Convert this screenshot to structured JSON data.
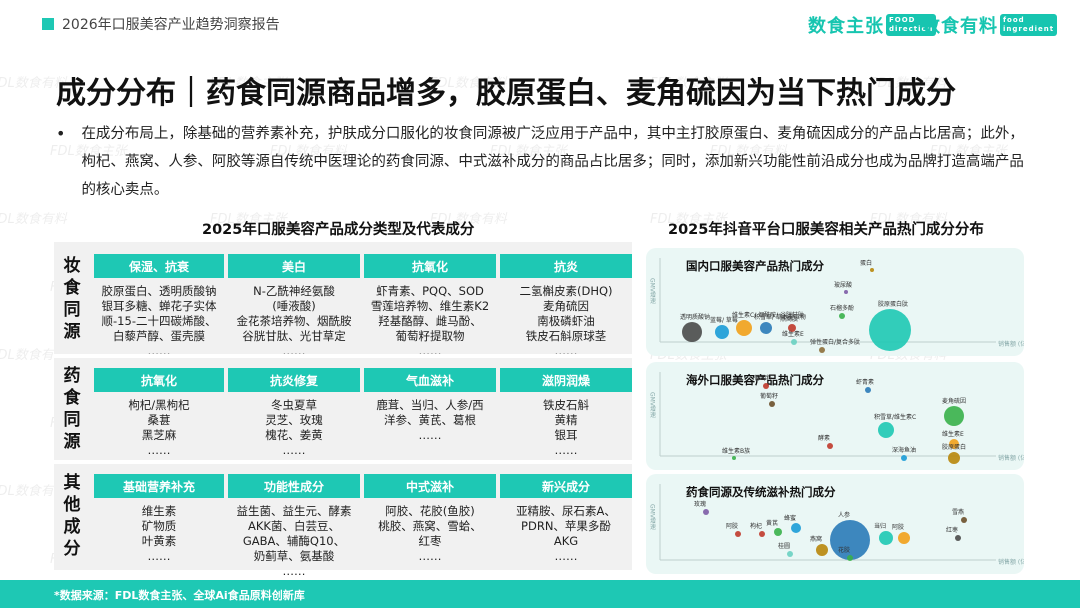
{
  "header": {
    "report_title": "2026年口服美容产业趋势洞察报告",
    "logo1": {
      "text": "数食主张",
      "tag_top": "FOOD",
      "tag_bottom": "direction"
    },
    "logo2": {
      "text": "数食有料",
      "tag_top": "food",
      "tag_bottom": "ingredient"
    }
  },
  "watermark": "FDL数食主张",
  "watermark2": "FDL数食有料",
  "title": "成分分布｜药食同源商品增多，胶原蛋白、麦角硫因为当下热门成分",
  "bullet": "在成分布局上，除基础的营养素补充，护肤成分口服化的妆食同源被广泛应用于产品中，其中主打胶原蛋白、麦角硫因成分的产品占比居高；此外，枸杞、燕窝、人参、阿胶等源自传统中医理论的药食同源、中式滋补成分的商品占比居多；同时，添加新兴功能性前沿成分也成为品牌打造高端产品的核心卖点。",
  "left_section_title": "2025年口服美容产品成分类型及代表成分",
  "right_section_title": "2025年抖音平台口服美容相关产品热门成分分布",
  "table": {
    "groups": [
      {
        "label": "妆食同源",
        "headers": [
          "保湿、抗衰",
          "美白",
          "抗氧化",
          "抗炎"
        ],
        "cells": [
          "胶原蛋白、透明质酸钠\n银耳多糖、蝉花子实体\n顺-15-二十四碳烯酸、\n白藜芦醇、蛋壳膜\n……",
          "N-乙酰神经氨酸\n(唾液酸)\n金花茶培养物、烟酰胺\n谷胱甘肽、光甘草定\n……",
          "虾青素、PQQ、SOD\n雪莲培养物、维生素K2\n羟基酪醇、雌马酚、\n葡萄籽提取物\n……",
          "二氢槲皮素(DHQ)\n麦角硫因\n南极磷虾油\n铁皮石斛原球茎\n……"
        ]
      },
      {
        "label": "药食同源",
        "headers": [
          "抗氧化",
          "抗炎修复",
          "气血滋补",
          "滋阴润燥"
        ],
        "cells": [
          "枸杞/黑枸杞\n桑葚\n黑芝麻\n……",
          "冬虫夏草\n灵芝、玫瑰\n槐花、姜黄\n……",
          "鹿茸、当归、人参/西\n洋参、黄芪、葛根\n……",
          "铁皮石斛\n黄精\n银耳\n……"
        ]
      },
      {
        "label": "其他成分",
        "headers": [
          "基础营养补充",
          "功能性成分",
          "中式滋补",
          "新兴成分"
        ],
        "cells": [
          "维生素\n矿物质\n叶黄素\n……",
          "益生菌、益生元、酵素\nAKK菌、白芸豆、\nGABA、辅酶Q10、\n奶蓟草、氨基酸\n……",
          "阿胶、花胶(鱼胶)\n桃胶、燕窝、雪蛤、\n红枣\n……",
          "亚精胺、尿石素A、\nPDRN、苹果多酚\nAKG\n……"
        ]
      }
    ]
  },
  "bubble_panels": [
    {
      "title": "国内口服美容产品热门成分",
      "y_label": "GMV增速",
      "x_label": "销售额\n(亿元)",
      "bubbles": [
        {
          "label": "透明质酸钠",
          "color": "#4a4a4a"
        },
        {
          "label": "蓝莓/\n草莓",
          "color": "#1a9bd7"
        },
        {
          "label": "维生素C/\n烟酰胺/\n谷胱甘肽",
          "color": "#f2a01a"
        },
        {
          "label": "积雪草/\n草本提取物",
          "color": "#2a7ab8"
        },
        {
          "label": "燕窝肽",
          "color": "#c0392b"
        },
        {
          "label": "石榴多酚",
          "color": "#38b04a"
        },
        {
          "label": "玻尿酸",
          "color": "#7d5ba6"
        },
        {
          "label": "维生素E",
          "color": "#6ad0c2"
        },
        {
          "label": "胶原蛋白肽",
          "color": "#1ec8b4"
        },
        {
          "label": "弹性蛋白/复合多肽",
          "color": "#8d6e3a"
        },
        {
          "label": "蛋白",
          "color": "#b8860b"
        }
      ]
    },
    {
      "title": "海外口服美容产品热门成分",
      "y_label": "GMV增速",
      "x_label": "销售额\n(亿元)",
      "bubbles": [
        {
          "label": "葡萄籽",
          "color": "#c0392b"
        },
        {
          "label": "葡萄籽",
          "color": "#6b4f2a"
        },
        {
          "label": "积雪草/维生素C",
          "color": "#1ec8b4"
        },
        {
          "label": "麦角硫因",
          "color": "#38b04a"
        },
        {
          "label": "虾青素",
          "color": "#2a7ab8"
        },
        {
          "label": "酵素",
          "color": "#c0392b"
        },
        {
          "label": "深海鱼油",
          "color": "#1a9bd7"
        },
        {
          "label": "维生素E",
          "color": "#f2a01a"
        },
        {
          "label": "胶原蛋白",
          "color": "#b8860b"
        },
        {
          "label": "维生素B族",
          "color": "#38b04a"
        }
      ]
    },
    {
      "title": "药食同源及传统滋补热门成分",
      "y_label": "GMV增速",
      "x_label": "销售额\n(亿元)",
      "bubbles": [
        {
          "label": "玫瑰",
          "color": "#7d5ba6"
        },
        {
          "label": "阿胶",
          "color": "#c0392b"
        },
        {
          "label": "枸杞",
          "color": "#c0392b"
        },
        {
          "label": "黄芪",
          "color": "#38b04a"
        },
        {
          "label": "蜂蜜",
          "color": "#1a9bd7"
        },
        {
          "label": "燕窝",
          "color": "#b8860b"
        },
        {
          "label": "人参",
          "color": "#2a7ab8"
        },
        {
          "label": "当归",
          "color": "#1ec8b4"
        },
        {
          "label": "桂圆",
          "color": "#6ad0c2"
        },
        {
          "label": "花胶",
          "color": "#38b04a"
        },
        {
          "label": "阿胶",
          "color": "#f2a01a"
        },
        {
          "label": "红枣",
          "color": "#4a4a4a"
        },
        {
          "label": "雪燕",
          "color": "#6b4f2a"
        }
      ]
    }
  ],
  "footer": "*数据来源：FDL数食主张、全球Ai食品原料创新库",
  "colors": {
    "accent": "#1ec8b4",
    "panel_bg": "#eaf7f5"
  }
}
